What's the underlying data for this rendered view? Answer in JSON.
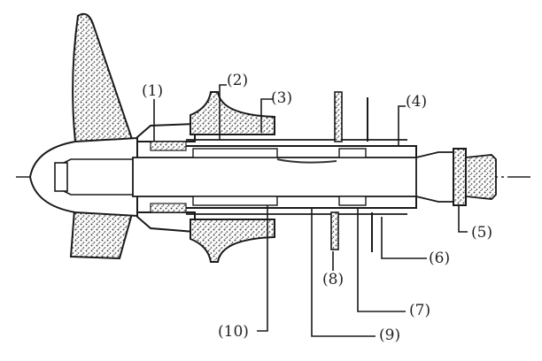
{
  "diagram": {
    "type": "cross-section",
    "subject": "stern tube shafting with propeller",
    "colors": {
      "ink": "#1a1a1a",
      "hatch": "#555555",
      "background": "#ffffff"
    },
    "labels": [
      {
        "id": "1",
        "text": "(1)"
      },
      {
        "id": "2",
        "text": "(2)"
      },
      {
        "id": "3",
        "text": "(3)"
      },
      {
        "id": "4",
        "text": "(4)"
      },
      {
        "id": "5",
        "text": "(5)"
      },
      {
        "id": "6",
        "text": "(6)"
      },
      {
        "id": "7",
        "text": "(7)"
      },
      {
        "id": "8",
        "text": "(8)"
      },
      {
        "id": "9",
        "text": "(9)"
      },
      {
        "id": "10",
        "text": "(10)"
      }
    ]
  }
}
